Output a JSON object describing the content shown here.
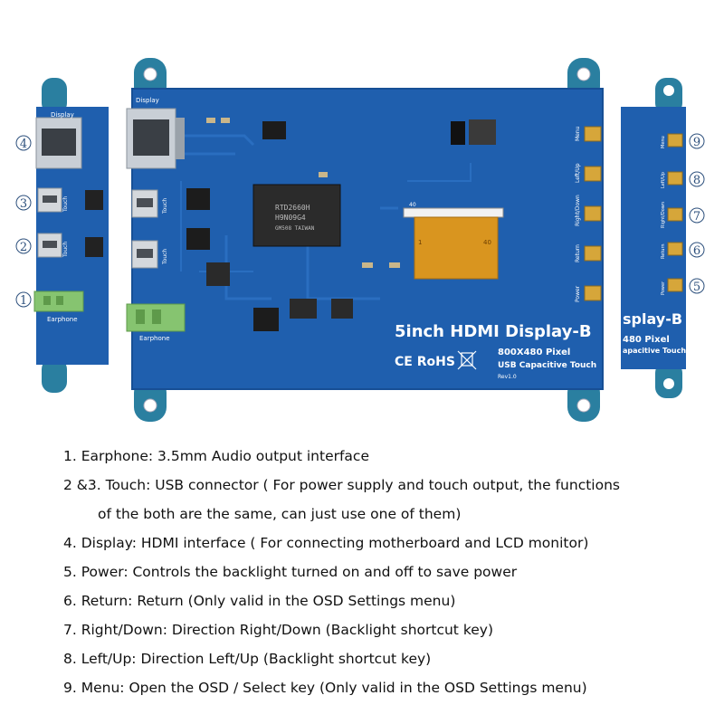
{
  "board": {
    "title": "5inch HDMI Display-B",
    "resolution": "800X480 Pixel",
    "touch_type": "USB Capacitive Touch",
    "revision": "Rev1.0",
    "certifications": "CE RoHS",
    "chip_marking": [
      "RTD2660H",
      "H9N09G4",
      "GM508 TAIWAN"
    ],
    "connector_labels": {
      "display": "Display",
      "touch": "Touch",
      "earphone": "Earphone"
    },
    "button_labels": [
      "Menu",
      "Left/Up",
      "Right/Down",
      "Return",
      "Power"
    ],
    "fpc_numbers": [
      "40",
      "1",
      "40"
    ]
  },
  "left_side": {
    "numbers": [
      "4",
      "3",
      "2",
      "1"
    ],
    "labels": [
      "Display",
      "Touch",
      "Touch",
      "Earphone"
    ]
  },
  "right_side": {
    "numbers": [
      "9",
      "8",
      "7",
      "6",
      "5"
    ],
    "labels": [
      "Menu",
      "Left/Up",
      "Right/Down",
      "Return",
      "Power"
    ],
    "title_fragment": "splay-B",
    "resolution_fragment": "480 Pixel",
    "touch_fragment": "apacitive Touch"
  },
  "colors": {
    "pcb_blue": "#1f5fae",
    "pcb_edge": "#174f95",
    "mounting_tab": "#2a7fa0",
    "earphone_green": "#86c470"
  },
  "descriptions": [
    {
      "num": "1.",
      "text": "Earphone: 3.5mm Audio output interface"
    },
    {
      "num": "2 &3.",
      "text": "Touch: USB connector ( For power supply and touch output, the functions",
      "line2": "of the both are the same, can just use one of them)"
    },
    {
      "num": "4.",
      "text": "Display: HDMI interface ( For connecting motherboard and LCD monitor)"
    },
    {
      "num": "5.",
      "text": "Power: Controls the backlight turned on and off to save power"
    },
    {
      "num": "6.",
      "text": "Return: Return (Only valid in the OSD Settings menu)"
    },
    {
      "num": "7.",
      "text": "Right/Down: Direction Right/Down (Backlight shortcut key)"
    },
    {
      "num": "8.",
      "text": "Left/Up: Direction Left/Up (Backlight shortcut key)"
    },
    {
      "num": "9.",
      "text": "Menu: Open the OSD / Select key (Only valid in the OSD Settings menu)"
    }
  ]
}
